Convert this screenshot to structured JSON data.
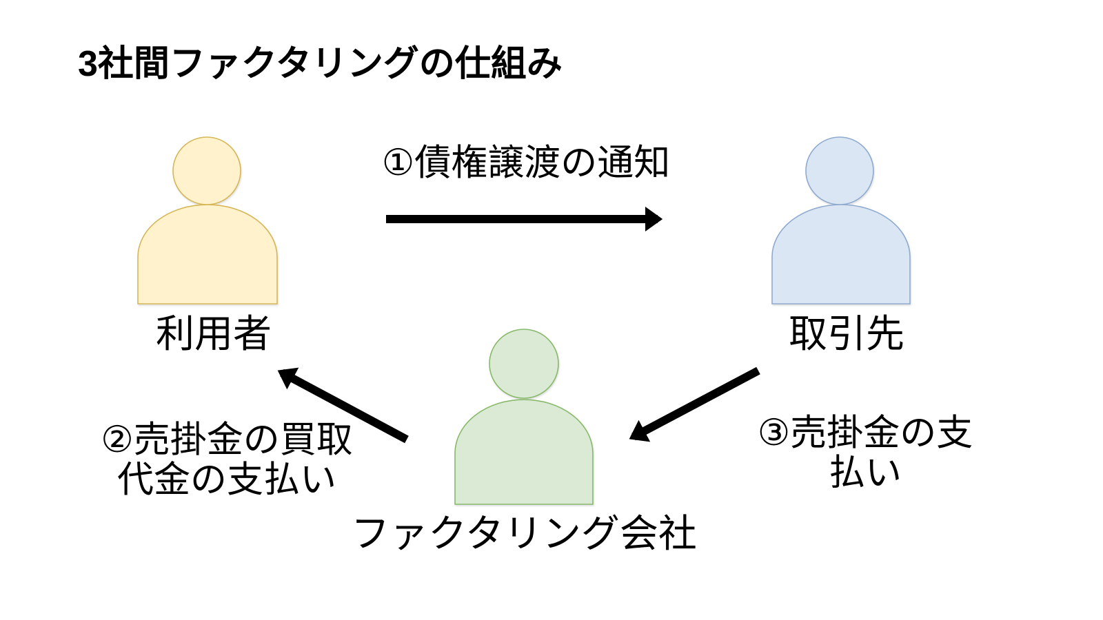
{
  "diagram": {
    "title": "3社間ファクタリングの仕組み",
    "background": "#FFFFFF",
    "text_color": "#000000",
    "arrow_color": "#000000",
    "actors": [
      {
        "label": "利用者",
        "fill": "#FFF2CC",
        "stroke": "#D6B656"
      },
      {
        "label": "取引先",
        "fill": "#DBE6F5",
        "stroke": "#8FAACF"
      },
      {
        "label": "ファクタリング会社",
        "fill": "#DBEAD5",
        "stroke": "#87B96A"
      }
    ],
    "flows": [
      {
        "label": "①債権譲渡の通知",
        "from": "利用者",
        "to": "取引先"
      },
      {
        "label": "②売掛金の買取\n代金の支払い",
        "from": "ファクタリング会社",
        "to": "利用者"
      },
      {
        "label": "③売掛金の支払い",
        "from": "取引先",
        "to": "ファクタリング会社"
      }
    ]
  }
}
